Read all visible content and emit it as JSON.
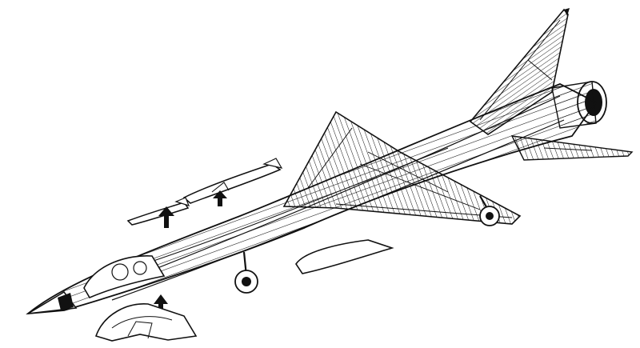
{
  "drawing": {
    "style": "line-art",
    "subject": "aircraft-cutaway",
    "ink_color": "#111111",
    "paper_color": "#ffffff",
    "components": [
      "fuselage",
      "nose-cone",
      "cockpit-canopy",
      "main-wing",
      "tail-fin",
      "tailplane",
      "engine-nozzle",
      "nose-landing-gear",
      "main-landing-gear",
      "missile-upper",
      "missile-lower",
      "detached-canopy",
      "ventral-fuel-tank",
      "up-arrows"
    ]
  }
}
